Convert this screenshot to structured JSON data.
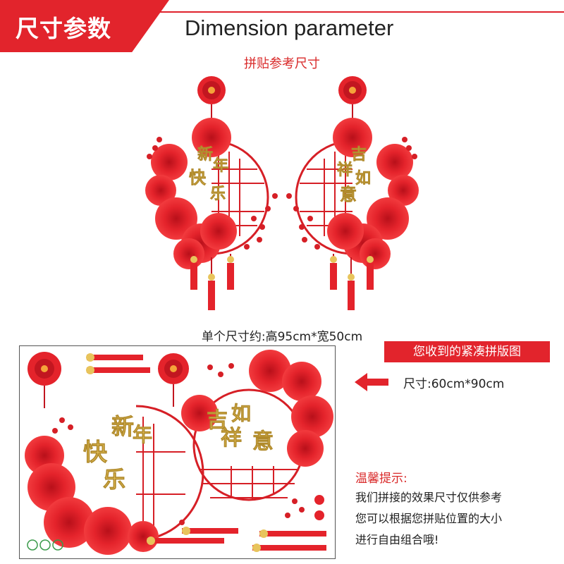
{
  "header": {
    "title": "尺寸参数",
    "subtitle": "Dimension parameter"
  },
  "reference_label": "拼贴参考尺寸",
  "product": {
    "left_motif_text": [
      "新",
      "年",
      "快",
      "乐"
    ],
    "right_motif_text": [
      "吉",
      "祥",
      "如",
      "意"
    ],
    "single_size": "单个尺寸约:高95cm*宽50cm"
  },
  "sheet": {
    "badge": "您收到的紧凑拼版图",
    "size": "尺寸:60cm*90cm",
    "left_motif_text": [
      "新",
      "年",
      "快",
      "乐"
    ],
    "right_motif_text": [
      "吉",
      "祥",
      "如",
      "意"
    ]
  },
  "tips": {
    "title": "温馨提示:",
    "lines": [
      "我们拼接的效果尺寸仅供参考",
      "您可以根据您拼贴位置的大小",
      "进行自由组合哦!"
    ]
  },
  "colors": {
    "accent": "#e2242c",
    "fan": "#e4232b",
    "gold": "#e8c45c",
    "text": "#222222"
  },
  "icons": {
    "arrow": "arrow-left-icon"
  }
}
